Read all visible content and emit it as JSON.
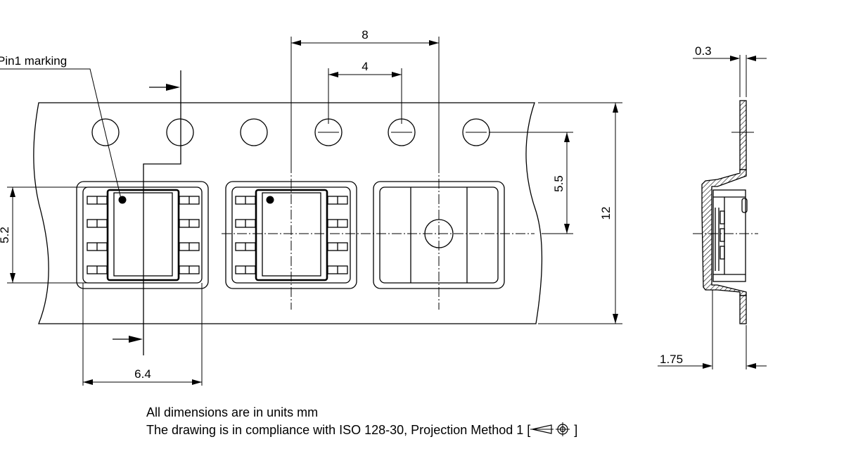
{
  "labels": {
    "pin1_marking": "Pin1 marking"
  },
  "dimensions": {
    "pitch_8": "8",
    "hole_pitch_4": "4",
    "dist_5_5": "5.5",
    "width_12": "12",
    "pocket_5_2": "5.2",
    "pocket_6_4": "6.4",
    "thickness_0_3": "0.3",
    "dist_1_75": "1.75"
  },
  "notes": {
    "units": "All dimensions are in units mm",
    "compliance_prefix": "The drawing is in compliance with ISO 128-30, Projection Method 1 [",
    "compliance_suffix": "]"
  }
}
